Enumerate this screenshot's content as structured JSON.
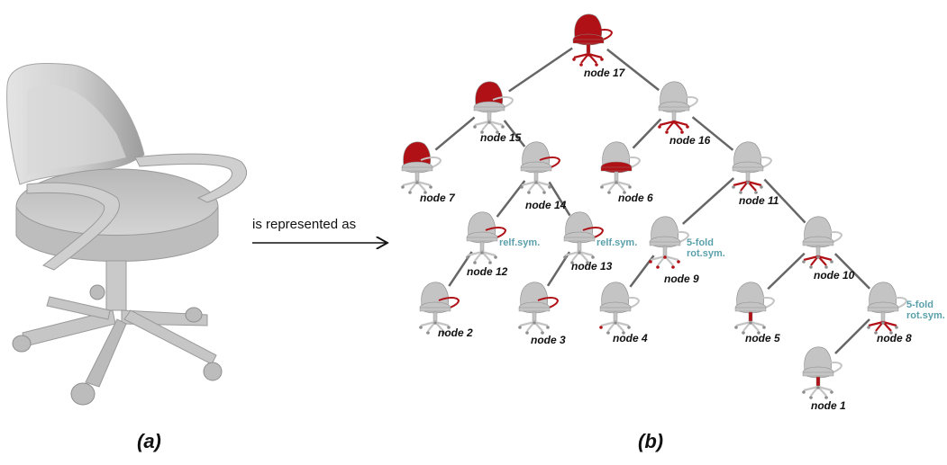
{
  "arrow_label": "is represented as",
  "captions": {
    "a": "(a)",
    "b": "(b)"
  },
  "colors": {
    "highlight": "#b01116",
    "chair": "#c4c4c4",
    "chair_dark": "#8e8e8e",
    "symmetry": "#5aa0aa",
    "edge": "#666666"
  },
  "tree": {
    "nodes": [
      {
        "id": "n17",
        "label": "node 17",
        "highlight": "full"
      },
      {
        "id": "n15",
        "label": "node 15",
        "highlight": "back"
      },
      {
        "id": "n16",
        "label": "node 16",
        "highlight": "base"
      },
      {
        "id": "n7",
        "label": "node  7",
        "highlight": "back"
      },
      {
        "id": "n14",
        "label": "node 14",
        "highlight": "arm"
      },
      {
        "id": "n6",
        "label": "node 6",
        "highlight": "seat"
      },
      {
        "id": "n11",
        "label": "node 11",
        "highlight": "legs"
      },
      {
        "id": "n12",
        "label": "node 12",
        "highlight": "arm",
        "symmetry": [
          "relf.sym."
        ]
      },
      {
        "id": "n13",
        "label": "node 13",
        "highlight": "arm",
        "symmetry": [
          "relf.sym."
        ]
      },
      {
        "id": "n9",
        "label": "node 9",
        "highlight": "wheels",
        "symmetry": [
          "5-fold",
          "rot.sym."
        ]
      },
      {
        "id": "n10",
        "label": "node 10",
        "highlight": "legs"
      },
      {
        "id": "n2",
        "label": "node  2",
        "highlight": "arm"
      },
      {
        "id": "n3",
        "label": "node 3",
        "highlight": "arm"
      },
      {
        "id": "n4",
        "label": "node 4",
        "highlight": "wheel"
      },
      {
        "id": "n5",
        "label": "node 5",
        "highlight": "stem"
      },
      {
        "id": "n8",
        "label": "node 8",
        "highlight": "legs",
        "symmetry": [
          "5-fold",
          "rot.sym."
        ]
      },
      {
        "id": "n1",
        "label": "node 1",
        "highlight": "stem"
      }
    ],
    "edges": [
      [
        "n17",
        "n15"
      ],
      [
        "n17",
        "n16"
      ],
      [
        "n15",
        "n7"
      ],
      [
        "n15",
        "n14"
      ],
      [
        "n16",
        "n6"
      ],
      [
        "n16",
        "n11"
      ],
      [
        "n14",
        "n12"
      ],
      [
        "n14",
        "n13"
      ],
      [
        "n11",
        "n9"
      ],
      [
        "n11",
        "n10"
      ],
      [
        "n12",
        "n2"
      ],
      [
        "n13",
        "n3"
      ],
      [
        "n9",
        "n4"
      ],
      [
        "n10",
        "n5"
      ],
      [
        "n10",
        "n8"
      ],
      [
        "n8",
        "n1"
      ]
    ]
  }
}
